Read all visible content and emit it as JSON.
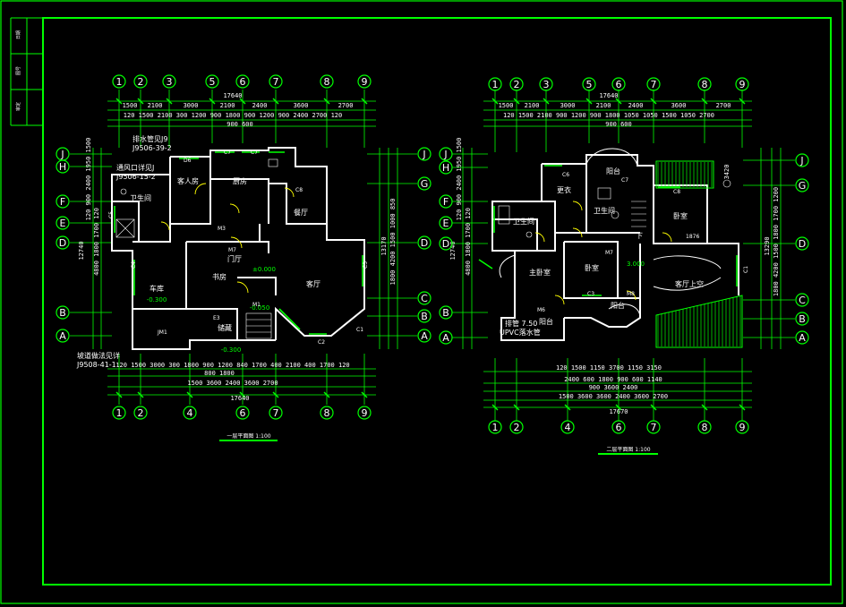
{
  "sheet": {
    "background": "#000000",
    "border_color": "#00ff00",
    "title_block": [
      "日期",
      "图号",
      "审定"
    ]
  },
  "plan1": {
    "title": "一层平面图  1:100",
    "axes": {
      "top": [
        "1",
        "2",
        "3",
        "5",
        "6",
        "7",
        "8",
        "9"
      ],
      "bottom": [
        "1",
        "2",
        "4",
        "6",
        "7",
        "8",
        "9"
      ],
      "left": [
        "J",
        "H",
        "F",
        "E",
        "D",
        "B",
        "A"
      ],
      "right": [
        "J",
        "G",
        "D",
        "C",
        "B",
        "A"
      ]
    },
    "dims": {
      "total": "17640",
      "top": [
        "1500",
        "2100",
        "3000",
        "2100",
        "2400",
        "3600",
        "2700"
      ],
      "top_detail": "120  1500  2100  300  1200  900  1800  900  1200  900  2400  2700  120",
      "top_small": "900   600",
      "bottom1": "120  1500  3000  300  1800  900  1200 840 1700  400  2100  400  1700  120",
      "bottom2": "800   1800",
      "bottom3": "1500     3600     2400     3600     2700",
      "left_total": "12740",
      "left": "120  900  2400  1950  1500",
      "left2": "4800    1800  1700  120",
      "right_total": "13170",
      "right": "1800  4200  1500  1000  850"
    },
    "rooms": [
      "客人房",
      "厨房",
      "餐厅",
      "卫生间",
      "门厅",
      "书房",
      "车库",
      "客厅",
      "储藏"
    ],
    "levels": [
      "±0.000",
      "-0.300",
      "-0.050",
      "-0.300"
    ],
    "codes": [
      "D6",
      "C7",
      "C7",
      "C8",
      "M3",
      "M7",
      "M1",
      "C2",
      "C1",
      "JM1",
      "C5",
      "C4",
      "C3",
      "E3"
    ],
    "notes": [
      "排水管见J9",
      "J9506-39-2",
      "通风口详见J",
      "J9506-15-2",
      "坡道做法见详",
      "J9508-41-1"
    ]
  },
  "plan2": {
    "title": "二层平面图  1:100",
    "axes": {
      "top": [
        "1",
        "2",
        "3",
        "5",
        "6",
        "7",
        "8",
        "9"
      ],
      "bottom": [
        "1",
        "2",
        "4",
        "6",
        "7",
        "8",
        "9"
      ],
      "left": [
        "J",
        "H",
        "F",
        "E",
        "D",
        "B",
        "A"
      ],
      "right": [
        "J",
        "G",
        "D",
        "C",
        "B",
        "A"
      ]
    },
    "dims": {
      "total": "17640",
      "total_bottom": "17670",
      "top": [
        "1500",
        "2100",
        "3000",
        "2100",
        "2400",
        "3600",
        "2700"
      ],
      "top_detail": "120  1500  2100  900  1200  900  1800  1050  1050  1500  1050  2700",
      "top_small": "900   600",
      "bottom1": "120   1500     1150   3700   1150     3150",
      "bottom2": "2400  600  1800  900  600  1140",
      "bottom3": "900    3600    2400",
      "bottom4": "1500   3600   3600   2400   3600   2700",
      "left_total": "12740",
      "left": "120  900  2400  1950  1500",
      "left2": "4800  1800  1700  120",
      "right_total": "13290",
      "right": "1800  4200  1500  1800  1700  1200",
      "balcony": "3420"
    },
    "rooms": [
      "阳台",
      "更衣",
      "卧室",
      "卫生间",
      "卫生间",
      "主卧室",
      "卧室",
      "客厅上空",
      "阳台",
      "阳台",
      "下"
    ],
    "levels": [
      "3.000"
    ],
    "codes": [
      "C6",
      "C7",
      "C8",
      "C3",
      "M6",
      "M7",
      "M8",
      "C1",
      "1876"
    ],
    "notes": [
      "排管 7.50",
      "UPVC落水管"
    ]
  },
  "axis_bubble_color": "#00ff00",
  "text_color": "#ffffff",
  "door_color": "#ffff00"
}
